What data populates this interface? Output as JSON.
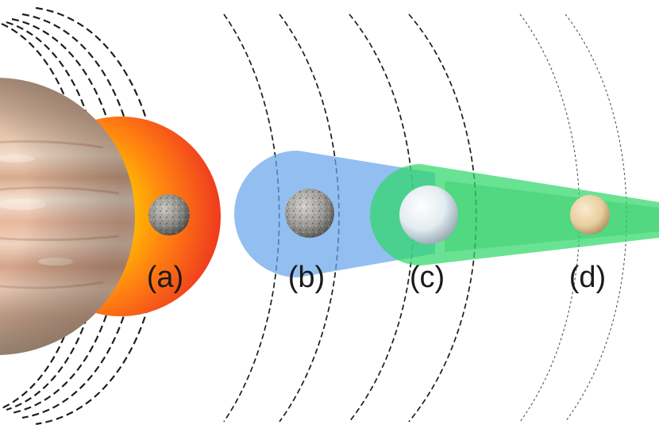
{
  "labels": {
    "a": "(a)",
    "b": "(b)",
    "c": "(c)",
    "d": "(d)"
  },
  "colors": {
    "background": "#ffffff",
    "planet_band_light": "#f1d9c6",
    "planet_band_dark": "#c9987c",
    "heated_outer": "#f04a1a",
    "heated_inner": "#ffe000",
    "zone_blue": "#7aaee8",
    "zone_green": "#3fdc73",
    "moon_a": "#8c8a85",
    "moon_b": "#9a9894",
    "moon_c": "#e6eef3",
    "moon_d": "#e8ce9e",
    "orbit_line": "#222222"
  }
}
